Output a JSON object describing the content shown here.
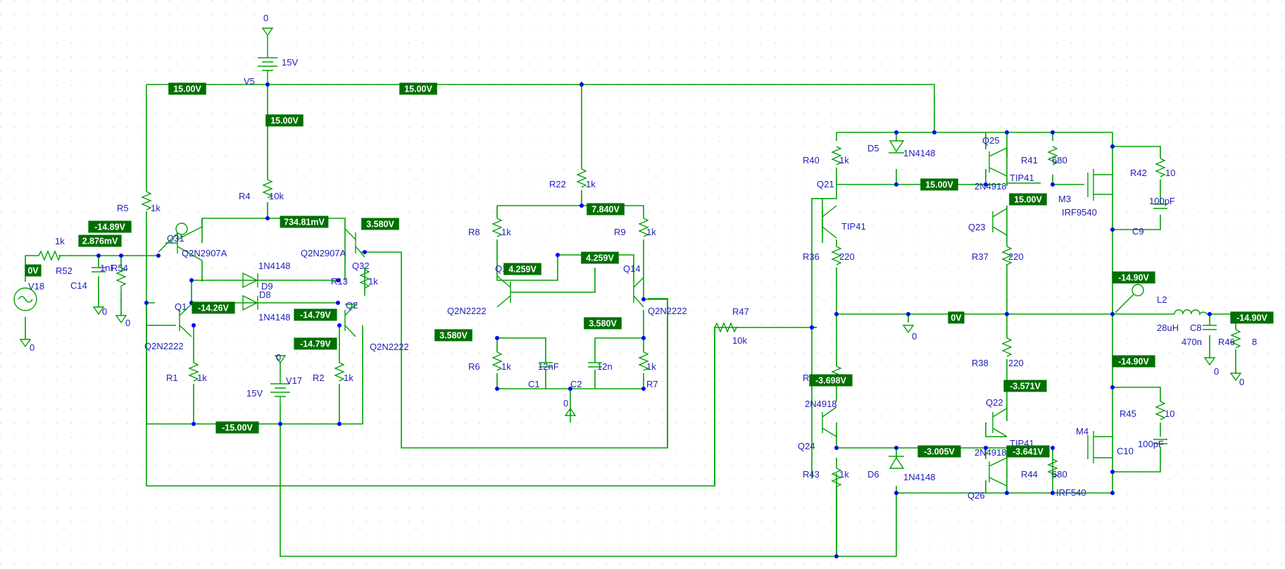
{
  "colors": {
    "wire": "#00a000",
    "label": "#2020b8",
    "junction": "#0000ff",
    "voltage_bg": "#007000",
    "voltage_text": "#ffffff",
    "grid": "#c8c8c8"
  },
  "labels": [
    {
      "id": "gnd-top",
      "text": "0"
    },
    {
      "id": "v5-val",
      "text": "15V"
    },
    {
      "id": "v5",
      "text": "V5"
    },
    {
      "id": "r5",
      "text": "R5"
    },
    {
      "id": "r5-val",
      "text": "1k"
    },
    {
      "id": "r4",
      "text": "R4"
    },
    {
      "id": "r4-val",
      "text": "10k"
    },
    {
      "id": "r52-val",
      "text": "1k"
    },
    {
      "id": "r52",
      "text": "R52"
    },
    {
      "id": "c14-val",
      "text": "1nF"
    },
    {
      "id": "c14",
      "text": "C14"
    },
    {
      "id": "r54",
      "text": "R54"
    },
    {
      "id": "v18",
      "text": "V18"
    },
    {
      "id": "gnd-v18",
      "text": "0"
    },
    {
      "id": "gnd-c14",
      "text": "0"
    },
    {
      "id": "gnd-r54",
      "text": "0"
    },
    {
      "id": "q31",
      "text": "Q31"
    },
    {
      "id": "q31-type",
      "text": "Q2N2907A"
    },
    {
      "id": "q32",
      "text": "Q32"
    },
    {
      "id": "q32-type",
      "text": "Q2N2907A"
    },
    {
      "id": "d9-type",
      "text": "1N4148"
    },
    {
      "id": "d9",
      "text": "D9"
    },
    {
      "id": "d8",
      "text": "D8"
    },
    {
      "id": "d8-type",
      "text": "1N4148"
    },
    {
      "id": "r13",
      "text": "R13"
    },
    {
      "id": "r13-val",
      "text": "1k"
    },
    {
      "id": "q1",
      "text": "Q1"
    },
    {
      "id": "q1-type",
      "text": "Q2N2222"
    },
    {
      "id": "q2",
      "text": "Q2"
    },
    {
      "id": "q2-type",
      "text": "Q2N2222"
    },
    {
      "id": "r1",
      "text": "R1"
    },
    {
      "id": "r1-val",
      "text": "1k"
    },
    {
      "id": "r2",
      "text": "R2"
    },
    {
      "id": "r2-val",
      "text": "1k"
    },
    {
      "id": "v17",
      "text": "V17"
    },
    {
      "id": "v17-val",
      "text": "15V"
    },
    {
      "id": "gnd-v17",
      "text": "0"
    },
    {
      "id": "r22",
      "text": "R22"
    },
    {
      "id": "r22-val",
      "text": "1k"
    },
    {
      "id": "r8",
      "text": "R8"
    },
    {
      "id": "r8-val",
      "text": "1k"
    },
    {
      "id": "r9",
      "text": "R9"
    },
    {
      "id": "r9-val",
      "text": "1k"
    },
    {
      "id": "q13",
      "text": "Q13"
    },
    {
      "id": "q14",
      "text": "Q14"
    },
    {
      "id": "q13-type",
      "text": "Q2N2222"
    },
    {
      "id": "q14-type",
      "text": "Q2N2222"
    },
    {
      "id": "r6",
      "text": "R6"
    },
    {
      "id": "r6-val",
      "text": "1k"
    },
    {
      "id": "c1-val",
      "text": "12nF"
    },
    {
      "id": "c1",
      "text": "C1"
    },
    {
      "id": "c2",
      "text": "C2"
    },
    {
      "id": "c2-val",
      "text": "12n"
    },
    {
      "id": "r7-val",
      "text": "1k"
    },
    {
      "id": "r7",
      "text": "R7"
    },
    {
      "id": "gnd-diff",
      "text": "0"
    },
    {
      "id": "r47",
      "text": "R47"
    },
    {
      "id": "r47-val",
      "text": "10k"
    },
    {
      "id": "r40",
      "text": "R40"
    },
    {
      "id": "r40-val",
      "text": "1k"
    },
    {
      "id": "d5",
      "text": "D5"
    },
    {
      "id": "d5-type",
      "text": "1N4148"
    },
    {
      "id": "q25",
      "text": "Q25"
    },
    {
      "id": "r41",
      "text": "R41"
    },
    {
      "id": "r41-val",
      "text": "680"
    },
    {
      "id": "q21",
      "text": "Q21"
    },
    {
      "id": "q25-type",
      "text": "2N4918"
    },
    {
      "id": "q21-type",
      "text": "TIP41"
    },
    {
      "id": "q23-type",
      "text": "TIP41"
    },
    {
      "id": "q23",
      "text": "Q23"
    },
    {
      "id": "r36",
      "text": "R36"
    },
    {
      "id": "r36-val",
      "text": "220"
    },
    {
      "id": "r37",
      "text": "R37"
    },
    {
      "id": "r37-val",
      "text": "220"
    },
    {
      "id": "gnd-mid",
      "text": "0"
    },
    {
      "id": "r38",
      "text": "R38"
    },
    {
      "id": "r38-val",
      "text": "220"
    },
    {
      "id": "r39",
      "text": "R"
    },
    {
      "id": "q24-type",
      "text": "2N4918"
    },
    {
      "id": "q22",
      "text": "Q22"
    },
    {
      "id": "q24",
      "text": "Q24"
    },
    {
      "id": "q22-type",
      "text": "TIP41"
    },
    {
      "id": "q26-type",
      "text": "2N4918"
    },
    {
      "id": "r43",
      "text": "R43"
    },
    {
      "id": "r43-val",
      "text": "1k"
    },
    {
      "id": "d6",
      "text": "D6"
    },
    {
      "id": "d6-type",
      "text": "1N4148"
    },
    {
      "id": "r44",
      "text": "R44"
    },
    {
      "id": "r44-val",
      "text": "680"
    },
    {
      "id": "q26",
      "text": "Q26"
    },
    {
      "id": "r42",
      "text": "R42"
    },
    {
      "id": "r42-val",
      "text": "10"
    },
    {
      "id": "c9-val",
      "text": "100pF"
    },
    {
      "id": "c9",
      "text": "C9"
    },
    {
      "id": "m3",
      "text": "M3"
    },
    {
      "id": "m3-type",
      "text": "IRF9540"
    },
    {
      "id": "l2",
      "text": "L2"
    },
    {
      "id": "l2-val",
      "text": "28uH"
    },
    {
      "id": "c8",
      "text": "C8"
    },
    {
      "id": "c8-val",
      "text": "470n"
    },
    {
      "id": "r46",
      "text": "R46"
    },
    {
      "id": "r46-val",
      "text": "8"
    },
    {
      "id": "gnd-c8",
      "text": "0"
    },
    {
      "id": "gnd-r46",
      "text": "0"
    },
    {
      "id": "r45",
      "text": "R45"
    },
    {
      "id": "r45-val",
      "text": "10"
    },
    {
      "id": "m4",
      "text": "M4"
    },
    {
      "id": "c10",
      "text": "C10"
    },
    {
      "id": "c10-val",
      "text": "100pF"
    },
    {
      "id": "m4-type",
      "text": "IRF540"
    }
  ],
  "voltages": [
    {
      "id": "v-rail-1",
      "text": "15.00V"
    },
    {
      "id": "v-rail-2",
      "text": "15.00V"
    },
    {
      "id": "v-r4-top",
      "text": "15.00V"
    },
    {
      "id": "v-in-bias",
      "text": "-14.89V"
    },
    {
      "id": "v-in",
      "text": "2.876mV"
    },
    {
      "id": "v-src",
      "text": "0V"
    },
    {
      "id": "v-tail",
      "text": "734.81mV"
    },
    {
      "id": "v-q32c",
      "text": "3.580V"
    },
    {
      "id": "v-q1c",
      "text": "-14.26V"
    },
    {
      "id": "v-d8",
      "text": "-14.79V"
    },
    {
      "id": "v-q2b",
      "text": "-14.79V"
    },
    {
      "id": "v-neg-rail",
      "text": "-15.00V"
    },
    {
      "id": "v-r22",
      "text": "7.840V"
    },
    {
      "id": "v-q13b",
      "text": "4.259V"
    },
    {
      "id": "v-q14b",
      "text": "4.259V"
    },
    {
      "id": "v-diff-left",
      "text": "3.580V"
    },
    {
      "id": "v-diff-right",
      "text": "3.580V"
    },
    {
      "id": "v-out-top",
      "text": "15.00V"
    },
    {
      "id": "v-q23",
      "text": "15.00V"
    },
    {
      "id": "v-mid",
      "text": "0V"
    },
    {
      "id": "v-q24",
      "text": "-3.698V"
    },
    {
      "id": "v-q22",
      "text": "-3.571V"
    },
    {
      "id": "v-d6",
      "text": "-3.005V"
    },
    {
      "id": "v-q26",
      "text": "-3.641V"
    },
    {
      "id": "v-out",
      "text": "-14.90V"
    },
    {
      "id": "v-load",
      "text": "-14.90V"
    },
    {
      "id": "v-m4",
      "text": "-14.90V"
    }
  ]
}
